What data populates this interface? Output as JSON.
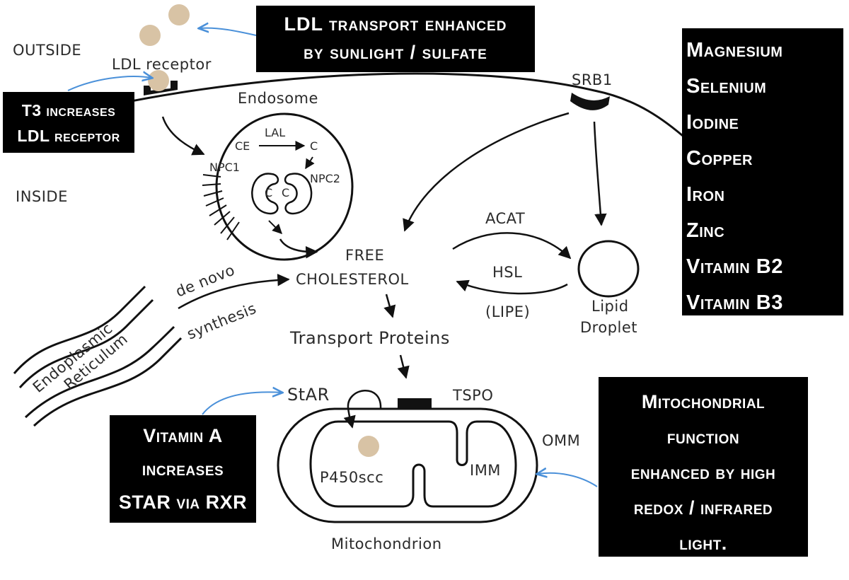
{
  "diagram": {
    "labels": {
      "outside": "OUTSIDE",
      "ldl_receptor": "LDL receptor",
      "endosome": "Endosome",
      "srb1": "SRB1",
      "inside": "INSIDE",
      "lal": "LAL",
      "ce": "CE",
      "c_product": "C",
      "npc1": "NPC1",
      "npc2": "NPC2",
      "c_left": "C",
      "c_right": "C",
      "acat": "ACAT",
      "free": "FREE",
      "cholesterol": "CHOLESTEROL",
      "hsl": "HSL",
      "lipe": "(LIPE)",
      "lipid": "Lipid",
      "droplet": "Droplet",
      "de_novo": "de novo",
      "synthesis": "synthesis",
      "endoplasmic": "Endoplasmic",
      "reticulum": "Reticulum",
      "transport_proteins": "Transport Proteins",
      "star": "StAR",
      "tspo": "TSPO",
      "omm": "OMM",
      "p450scc": "P450scc",
      "imm": "IMM",
      "mitochondrion": "Mitochondrion"
    },
    "annotations": {
      "ldl_transport": [
        "LDL transport enhanced",
        "by sunlight / sulfate"
      ],
      "t3": [
        "T3 increases",
        "LDL receptor"
      ],
      "minerals": [
        "Magnesium",
        "Selenium",
        "Iodine",
        "Copper",
        "Iron",
        "Zinc",
        "Vitamin B2",
        "Vitamin B3"
      ],
      "vitamin_a": [
        "Vitamin A",
        "increases",
        "STAR via RXR"
      ],
      "mitochondrial": [
        "Mitochondrial",
        "function",
        "enhanced by high",
        "redox / infrared",
        "light."
      ]
    },
    "colors": {
      "annotation_arrow": "#4a90d9",
      "ldl_particle": "#d8c3a5",
      "annotation_box": "#000000",
      "annotation_text": "#ffffff",
      "line": "#111111"
    }
  }
}
